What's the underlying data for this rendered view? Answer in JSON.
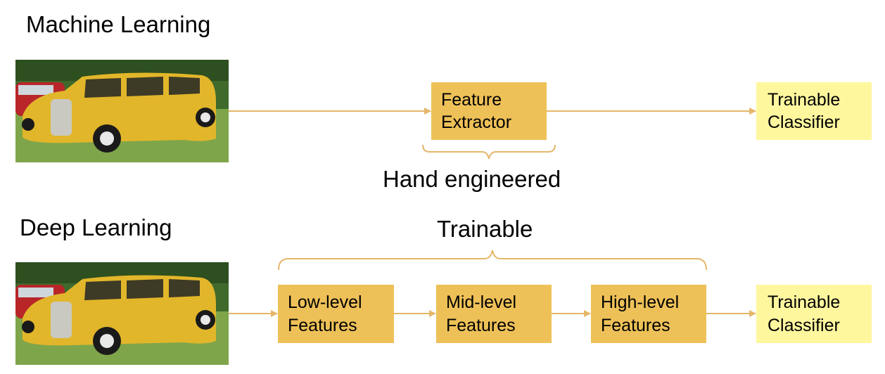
{
  "colors": {
    "box_dark": "#EEC158",
    "box_light": "#FFF79E",
    "arrow": "#E5B76A",
    "bracket": "#E5B76A"
  },
  "machine_learning": {
    "heading": "Machine Learning",
    "image": "yellow-vintage-car-photo",
    "feature_extractor": [
      "Feature",
      "Extractor"
    ],
    "bracket_label": "Hand engineered",
    "classifier": [
      "Trainable",
      "Classifier"
    ]
  },
  "deep_learning": {
    "heading": "Deep Learning",
    "image": "yellow-vintage-car-photo",
    "bracket_label": "Trainable",
    "low_level": [
      "Low-level",
      "Features"
    ],
    "mid_level": [
      "Mid-level",
      "Features"
    ],
    "high_level": [
      "High-level",
      "Features"
    ],
    "classifier": [
      "Trainable",
      "Classifier"
    ]
  }
}
